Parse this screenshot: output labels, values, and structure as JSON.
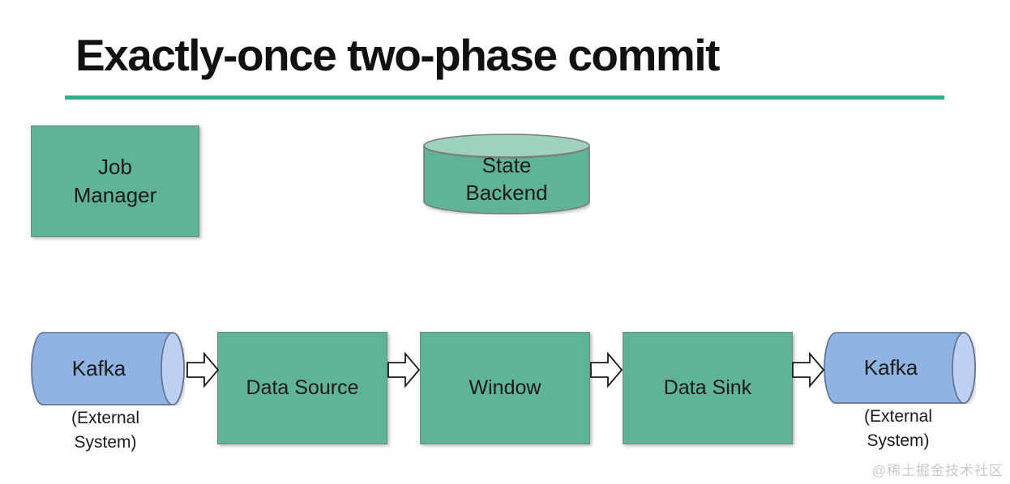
{
  "title": "Exactly-once two-phase commit",
  "colors": {
    "accent_underline": "#2fae8c",
    "node_green": "#5fb399",
    "node_green_light": "#9ed2bd",
    "node_green_border": "#7a8d84",
    "node_blue": "#8fb3e2",
    "node_blue_light": "#bdd0f2",
    "node_blue_border": "#5f6e8e",
    "arrow_fill": "#ffffff",
    "arrow_stroke": "#1a1a1a"
  },
  "nodes": {
    "job_manager": {
      "line1": "Job",
      "line2": "Manager"
    },
    "state_backend": {
      "line1": "State",
      "line2": "Backend"
    },
    "kafka_source": {
      "label": "Kafka",
      "caption_line1": "(External",
      "caption_line2": "System)"
    },
    "data_source": {
      "label": "Data Source"
    },
    "window": {
      "label": "Window"
    },
    "data_sink": {
      "label": "Data Sink"
    },
    "kafka_sink": {
      "label": "Kafka",
      "caption_line1": "(External",
      "caption_line2": "System)"
    }
  },
  "watermark": "@稀土掘金技术社区"
}
